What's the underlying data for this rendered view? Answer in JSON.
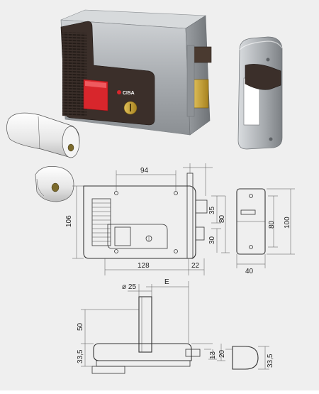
{
  "brand": {
    "logo_text": "CISA"
  },
  "dimensions": {
    "d94": "94",
    "d106": "106",
    "d35": "35",
    "d80a": "80",
    "d30": "30",
    "d128": "128",
    "d22": "22",
    "d80b": "80",
    "d100": "100",
    "d40": "40",
    "d25": "ø 25",
    "dE": "E",
    "d50": "50",
    "d33a": "33,5",
    "d13": "13",
    "d20": "20",
    "d33b": "33,5"
  },
  "colors": {
    "housing": "#a9adb1",
    "handle": "#3b2f2a",
    "button": "#d8262c",
    "brass": "#c7a23a",
    "background": "#efefef"
  },
  "icons": [
    "lock-body-icon",
    "keeper-icon",
    "cylinder-icon",
    "knob-icon",
    "key-slot-icon"
  ]
}
